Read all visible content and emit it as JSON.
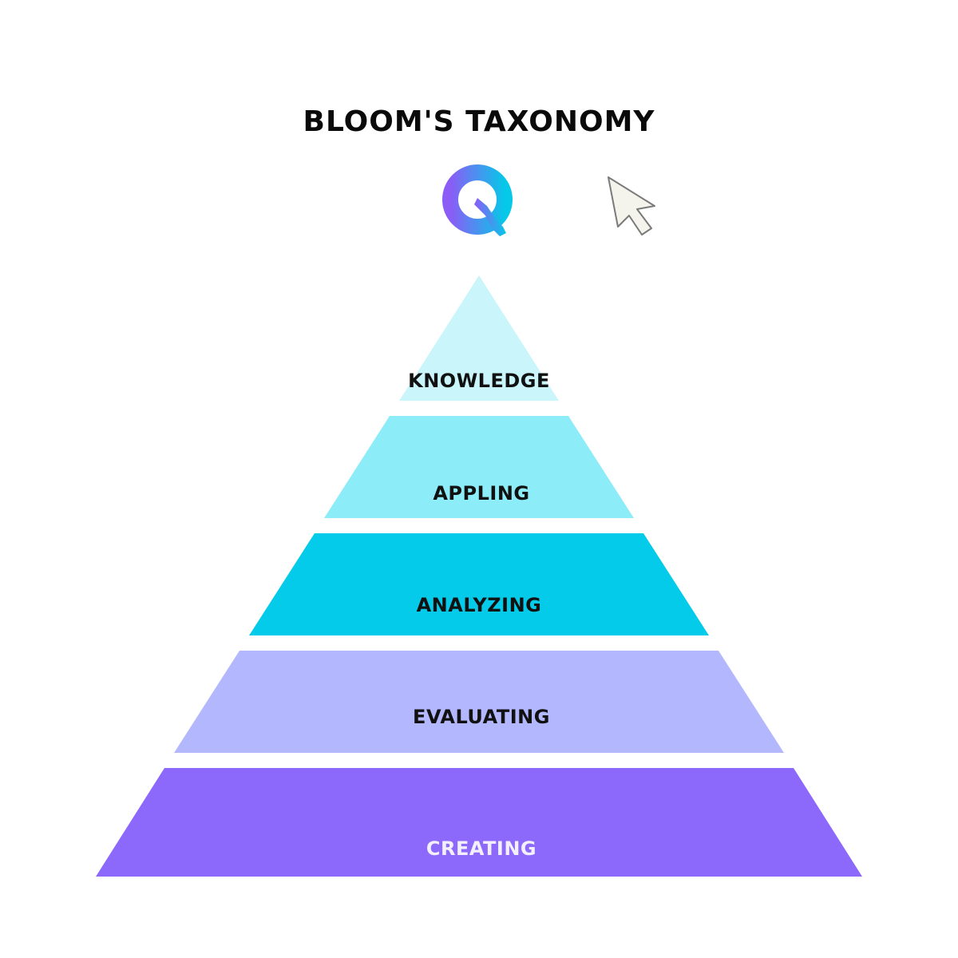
{
  "title": "BLOOM'S TAXONOMY",
  "icons": {
    "logo": "q-logo-icon",
    "cursor": "mouse-pointer-icon"
  },
  "colors": {
    "logo_gradient_start": "#8b5cf6",
    "logo_gradient_end": "#06c8e8",
    "cursor_fill": "#f4f4ec",
    "cursor_stroke": "#7a7a7a"
  },
  "pyramid": {
    "tiers": [
      {
        "label": "KNOWLEDGE",
        "color": "#c9f5fb",
        "text_color": "#111111"
      },
      {
        "label": "APPLING",
        "color": "#8cecf8",
        "text_color": "#111111"
      },
      {
        "label": "ANALYZING",
        "color": "#05cbea",
        "text_color": "#111111"
      },
      {
        "label": "EVALUATING",
        "color": "#b3b7fe",
        "text_color": "#111111"
      },
      {
        "label": "CREATING",
        "color": "#8c69fa",
        "text_color": "#f3efff"
      }
    ]
  }
}
